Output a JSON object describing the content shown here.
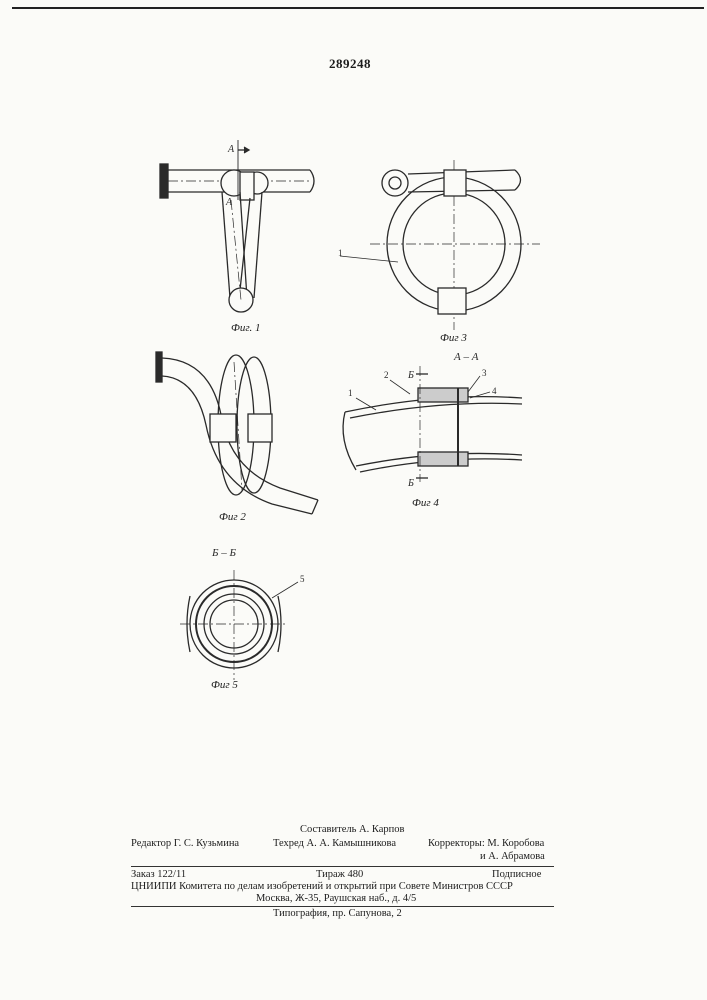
{
  "patent_number": "289248",
  "figures": {
    "fig1_caption": "Фиг. 1",
    "fig2_caption": "Фиг 2",
    "fig3_caption": "Фиг 3",
    "fig4_caption": "Фиг 4",
    "fig5_caption": "Фиг 5",
    "section_aa": "А – А",
    "section_bb": "Б – Б",
    "label_a": "А",
    "label_b": "Б",
    "num1": "1",
    "num2": "2",
    "num3": "3",
    "num4": "4",
    "num5": "5"
  },
  "footer": {
    "compiler": "Составитель А. Карпов",
    "editor": "Редактор Г. С. Кузьмина",
    "techred": "Техред А. А. Камышникова",
    "correctors_1": "Корректоры: М. Коробова",
    "correctors_2": "и А. Абрамова",
    "order": "Заказ 122/11",
    "circulation": "Тираж 480",
    "subscription": "Подписное",
    "org_line": "ЦНИИПИ Комитета по делам изобретений и открытий при Совете Министров СССР",
    "address": "Москва, Ж-35, Раушская наб., д. 4/5",
    "printing": "Типография, пр. Сапунова, 2"
  }
}
